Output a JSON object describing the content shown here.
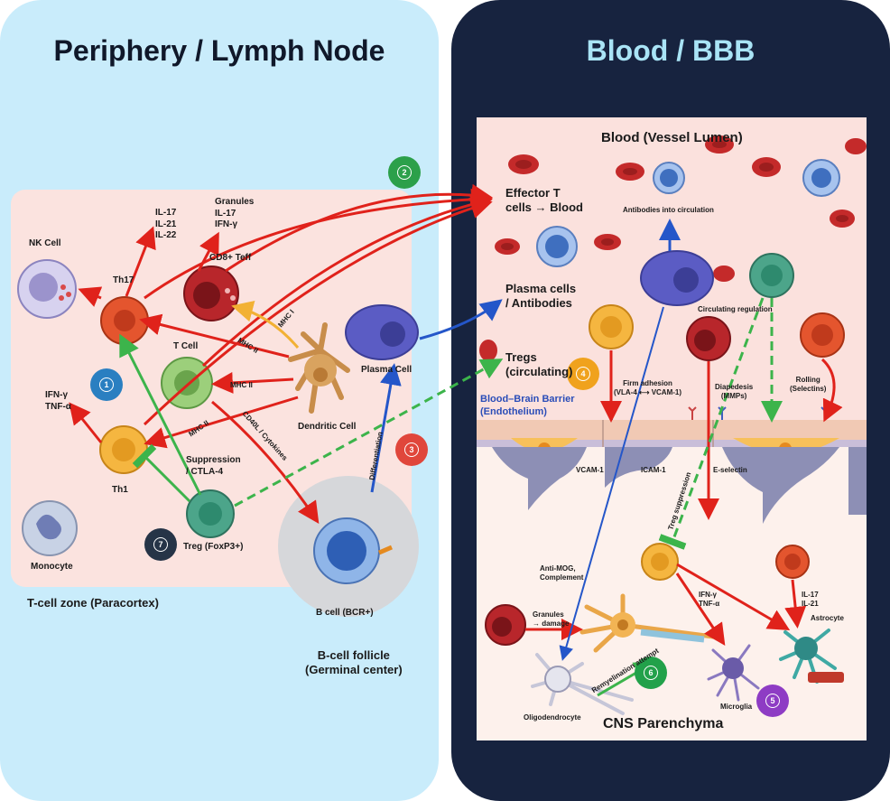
{
  "titles": {
    "left": "Periphery / Lymph Node",
    "right": "Blood / BBB"
  },
  "zones": {
    "tcell_zone": "T-cell zone (Paracortex)",
    "bcell_follicle": "B-cell follicle\n(Germinal center)",
    "vessel_lumen": "Blood (Vessel Lumen)",
    "bbb": "Blood–Brain Barrier\n(Endothelium)",
    "parenchyma": "CNS Parenchyma"
  },
  "cells": {
    "nk": "NK Cell",
    "th17": "Th17",
    "th1": "Th1",
    "tcell": "T Cell",
    "cd8": "CD8+ Teff",
    "dendritic": "Dendritic Cell",
    "plasma": "Plasma Cell",
    "treg": "Treg (FoxP3+)",
    "monocyte": "Monocyte",
    "bcell": "B cell (BCR+)",
    "oligodendrocyte": "Oligodendrocyte",
    "microglia": "Microglia",
    "astrocyte": "Astrocyte"
  },
  "labels": {
    "th17_cytokines": "IL-17\nIL-21\nIL-22",
    "cd8_granules": "Granules\nIL-17\nIFN-γ",
    "th1_cytokines": "IFN-γ\nTNF-α",
    "mhc1": "MHC I",
    "mhc2_a": "MHC II",
    "mhc2_b": "MHC II",
    "mhc2_c": "MHC II",
    "cd40l": "CD40L / Cytokines",
    "differentiation": "Differentiation",
    "suppression": "Suppression\n/ CTLA-4",
    "effector_t": "Effector T\ncells → Blood",
    "plasma_antibodies": "Plasma cells\n/ Antibodies",
    "tregs_circ": "Tregs\n(circulating)",
    "antibodies_circ": "Antibodies into circulation",
    "circ_regulation": "Circulating regulation",
    "firm_adhesion": "Firm adhesion\n(VLA-4 ⟷ VCAM-1)",
    "diapedesis": "Diapedesis\n(MMPs)",
    "rolling": "Rolling\n(Selectins)",
    "vcam": "VCAM-1",
    "icam": "ICAM-1",
    "eselectin": "E-selectin",
    "treg_suppression": "Treg suppression",
    "anti_mog": "Anti-MOG,\nComplement",
    "granules_damage": "Granules\n→ damage",
    "ifn_tnf": "IFN-γ\nTNF-α",
    "il17_il21": "IL-17\nIL-21",
    "remyelination": "Remyelination attempt"
  },
  "badges": [
    "1",
    "2",
    "3",
    "4",
    "5",
    "6",
    "7"
  ],
  "colors": {
    "left_bg": "#c9ecfb",
    "right_bg": "#17233f",
    "effector_arrow": "#e0221b",
    "antibody_arrow": "#2456c9",
    "treg_arrow": "#3cb44b",
    "mhc1_arrow": "#f2b134"
  }
}
